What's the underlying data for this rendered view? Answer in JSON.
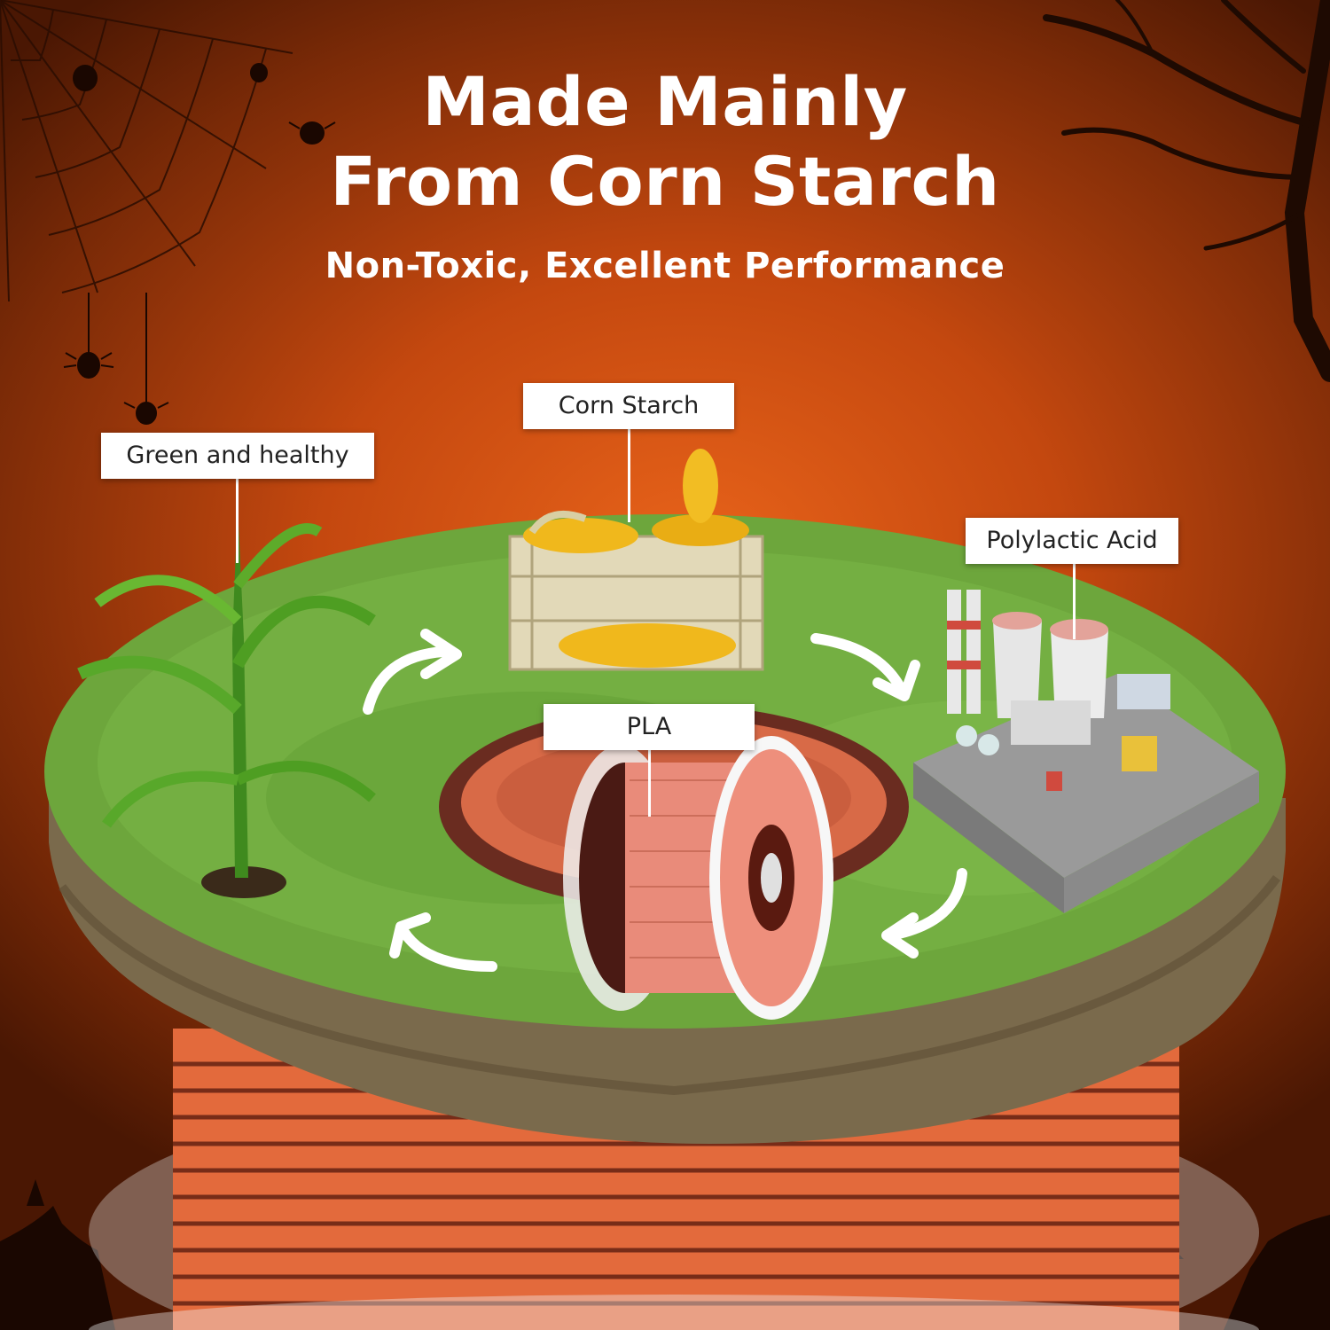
{
  "header": {
    "title_line_1": "Made Mainly",
    "title_line_2": "From Corn Starch",
    "subtitle": "Non-Toxic, Excellent Performance"
  },
  "cycle_labels": {
    "green": "Green and healthy",
    "corn": "Corn Starch",
    "poly": "Polylactic Acid",
    "pla": "PLA"
  },
  "colors": {
    "background_center": "#e8631a",
    "background_edge": "#4a1703",
    "grass": "#6aa23a",
    "soil": "#7b6a4e",
    "filament_orange": "#e86a3a",
    "filament_dark": "#5a1a10",
    "label_bg": "#ffffff",
    "label_text": "#222222",
    "headline_text": "#ffffff"
  },
  "icons": [
    "spiderweb-icon",
    "spider-icon",
    "bare-tree-icon",
    "corn-plant-icon",
    "corn-crate-icon",
    "factory-icon",
    "filament-spool-icon",
    "cycle-arrow-icon"
  ]
}
